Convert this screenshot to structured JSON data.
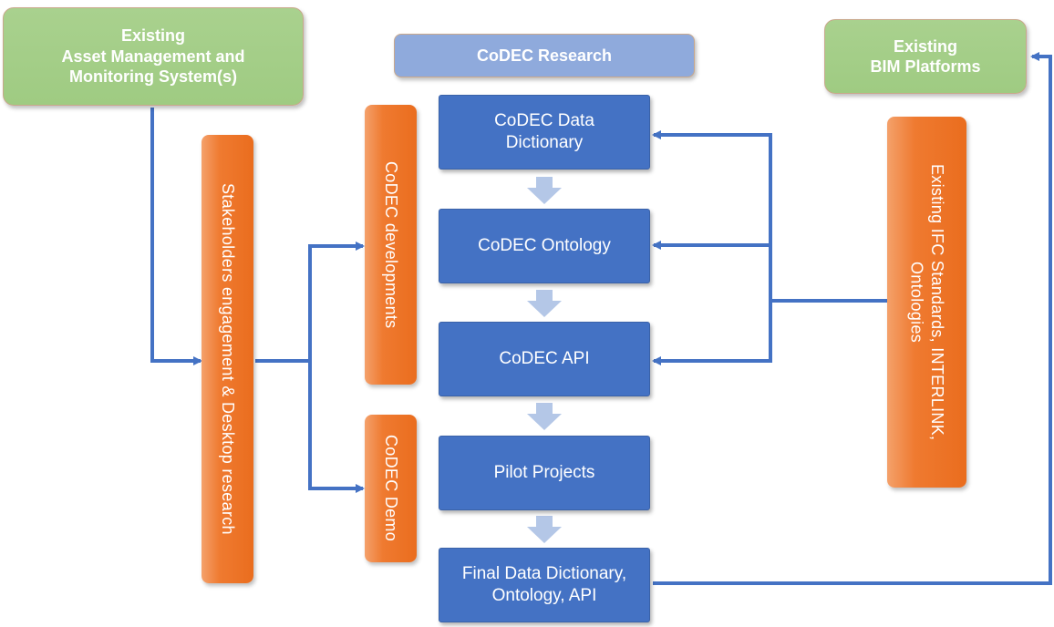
{
  "nodes": {
    "existing_asset": "Existing\nAsset Management and\nMonitoring System(s)",
    "codec_research": "CoDEC Research",
    "existing_bim": "Existing\nBIM Platforms",
    "stakeholders": "Stakeholders engagement  &  Desktop research",
    "codec_developments": "CoDEC developments",
    "codec_demo": "CoDEC Demo",
    "data_dictionary": "CoDEC Data\nDictionary",
    "ontology": "CoDEC Ontology",
    "api": "CoDEC API",
    "pilot_projects": "Pilot Projects",
    "final": "Final Data Dictionary,\nOntology, API",
    "existing_ifc": "Existing IFC Standards, INTERLINK,\nOntologies"
  },
  "colors": {
    "green": "#a9d18e",
    "light_blue": "#8faadc",
    "blue": "#4472c4",
    "orange": "#ed7d31",
    "connector": "#4472c4",
    "down_arrow": "#b4c7e7"
  }
}
